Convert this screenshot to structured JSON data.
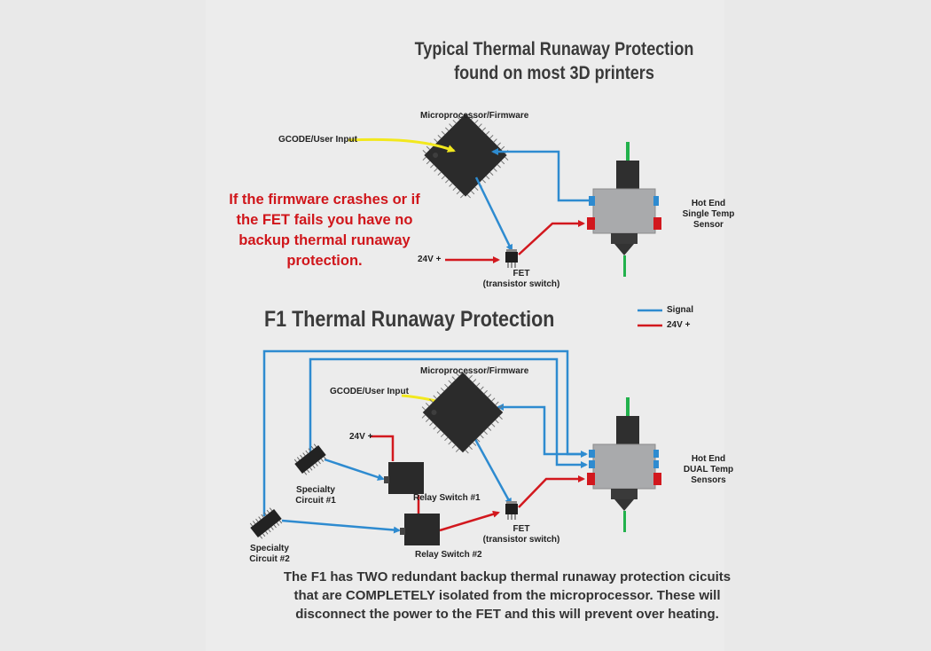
{
  "header": {
    "title_line1": "Typical Thermal Runaway Protection",
    "title_line2": "found on most 3D printers"
  },
  "top_diagram": {
    "microprocessor_label": "Microprocessor/Firmware",
    "gcode_label": "GCODE/User Input",
    "voltage_label": "24V +",
    "fet_label_line1": "FET",
    "fet_label_line2": "(transistor switch)",
    "hotend_label_line1": "Hot End",
    "hotend_label_line2": "Single Temp",
    "hotend_label_line3": "Sensor",
    "warning_line1": "If the firmware crashes or if",
    "warning_line2": "the FET fails you have no",
    "warning_line3": "backup thermal runaway",
    "warning_line4": "protection."
  },
  "legend": {
    "signal_label": "Signal",
    "power_label": "24V +",
    "signal_color": "#2e8bd0",
    "power_color": "#d2181e"
  },
  "bottom_diagram": {
    "title": "F1 Thermal Runaway Protection",
    "microprocessor_label": "Microprocessor/Firmware",
    "gcode_label": "GCODE/User Input",
    "voltage_label": "24V +",
    "specialty1_line1": "Specialty",
    "specialty1_line2": "Circuit #1",
    "specialty2_line1": "Specialty",
    "specialty2_line2": "Circuit #2",
    "relay1_label": "Relay Switch #1",
    "relay2_label": "Relay Switch #2",
    "fet_label_line1": "FET",
    "fet_label_line2": "(transistor switch)",
    "hotend_label_line1": "Hot End",
    "hotend_label_line2": "DUAL Temp",
    "hotend_label_line3": "Sensors"
  },
  "footer": {
    "line1": "The F1 has TWO redundant backup thermal runaway protection cicuits",
    "line2": "that are COMPLETELY isolated from the microprocessor. These will",
    "line3": "disconnect the power to the FET and this will prevent over heating."
  },
  "colors": {
    "signal": "#2e8bd0",
    "power": "#d2181e",
    "input": "#f2e81e",
    "filament": "#22b14c",
    "chip": "#2b2b2b",
    "hotend_block": "#a9aaac"
  },
  "icons": [
    "microprocessor-chip-icon",
    "specialty-ic-chip-icon",
    "relay-switch-icon",
    "fet-transistor-icon",
    "hotend-nozzle-icon"
  ]
}
